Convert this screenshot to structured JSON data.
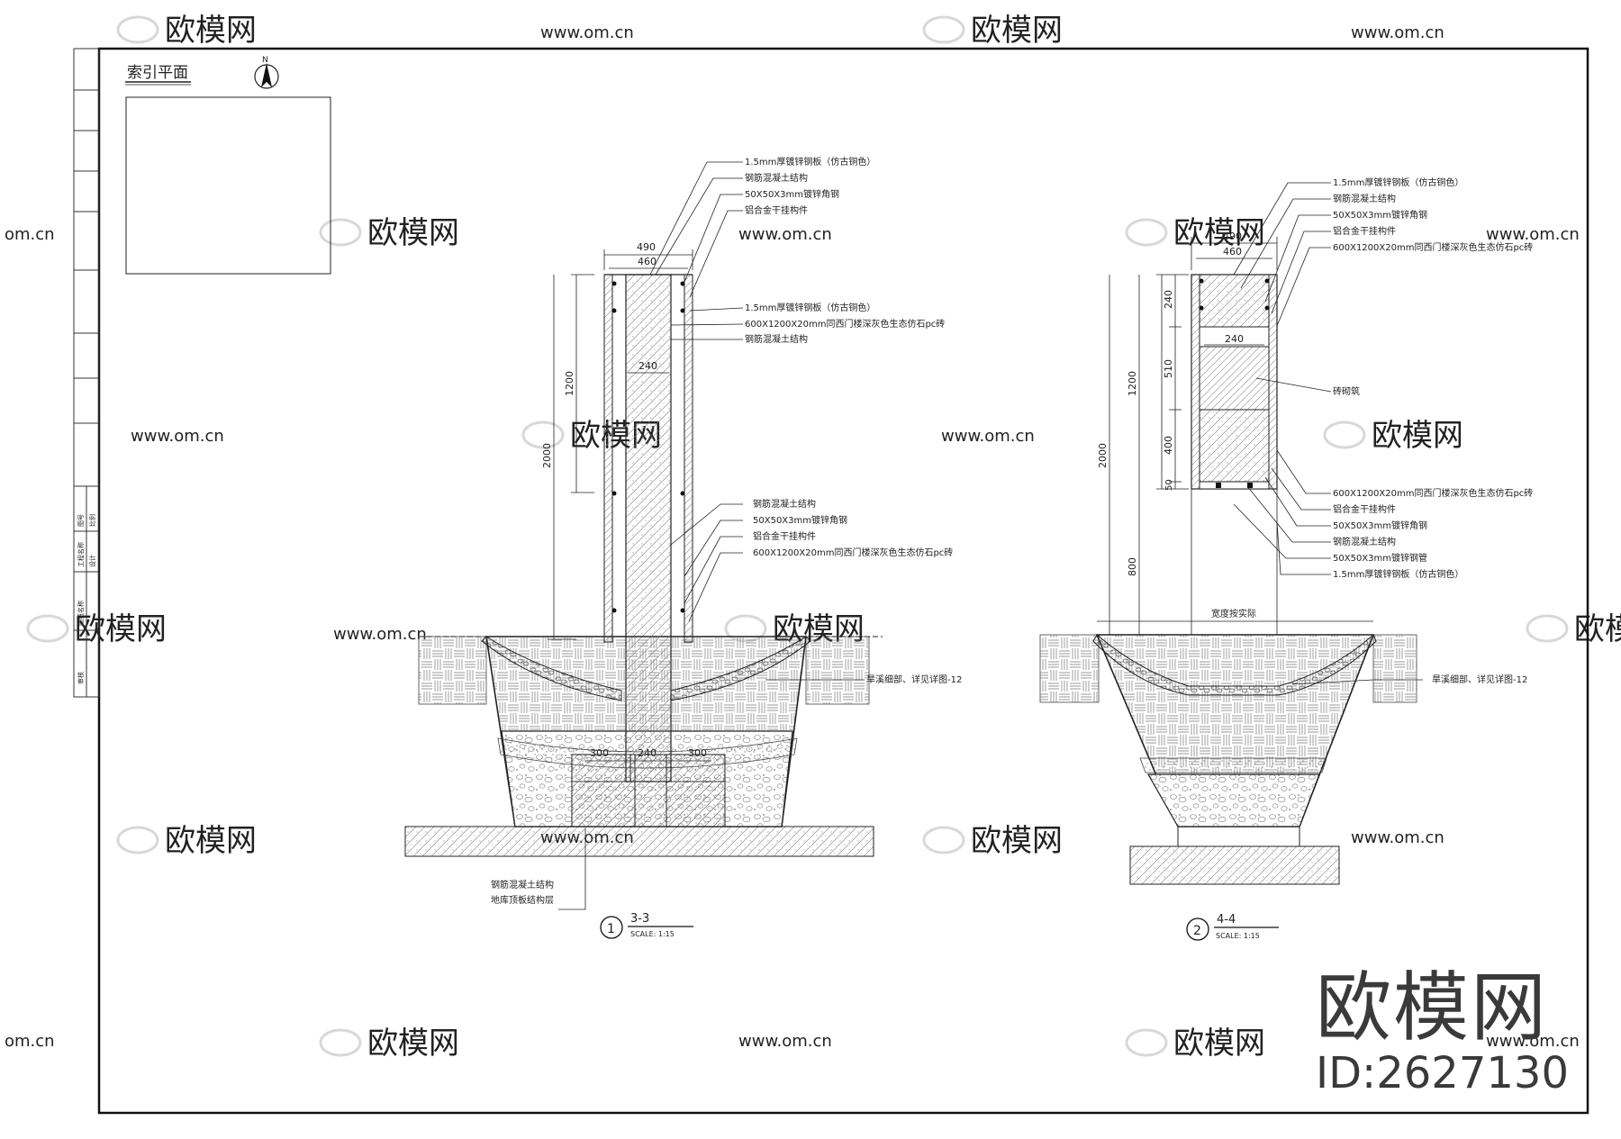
{
  "watermark": {
    "brand": "欧模网",
    "url": "www.om.cn",
    "url_short": "om.cn"
  },
  "brand": {
    "logo": "欧模网",
    "id": "ID:2627130"
  },
  "index_plan": {
    "title": "索引平面",
    "north": "N"
  },
  "title_block": {
    "texts": [
      "图号",
      "工程名称",
      "图纸名称",
      "比例",
      "设计",
      "审核"
    ]
  },
  "section_1": {
    "number": "1",
    "title": "3-3",
    "scale": "SCALE:   1:15",
    "dims": {
      "w490": "490",
      "w460": "460",
      "w240_top": "240",
      "h1200": "1200",
      "h2000": "2000",
      "w240_bot": "240",
      "w300_l": "300",
      "w300_r": "300"
    },
    "labels_top": [
      "1.5mm厚镀锌钢板（仿古铜色）",
      "钢筋混凝土结构",
      "50X50X3mm镀锌角钢",
      "铝合金干挂构件"
    ],
    "labels_mid": [
      "1.5mm厚镀锌钢板（仿古铜色）",
      "600X1200X20mm同西门楼深灰色生态仿石pc砖",
      "钢筋混凝土结构"
    ],
    "labels_low": [
      "钢筋混凝土结构",
      "50X50X3mm镀锌角钢",
      "铝合金干挂构件",
      "600X1200X20mm同西门楼深灰色生态仿石pc砖"
    ],
    "label_creek": "旱溪细部、详见详图-12",
    "labels_base": [
      "钢筋混凝土结构",
      "地库顶板结构层"
    ]
  },
  "section_2": {
    "number": "2",
    "title": "4-4",
    "scale": "SCALE:   1:15",
    "dims": {
      "w490": "490",
      "w460": "460",
      "w240": "240",
      "h240": "240",
      "h510": "510",
      "h400": "400",
      "h50": "50",
      "h1200": "1200",
      "h2000": "2000",
      "h800": "800",
      "width_note": "宽度按实际"
    },
    "labels_top": [
      "1.5mm厚镀锌钢板（仿古铜色）",
      "钢筋混凝土结构",
      "50X50X3mm镀锌角钢",
      "铝合金干挂构件",
      "600X1200X20mm同西门楼深灰色生态仿石pc砖"
    ],
    "label_mid": "砖砌筑",
    "labels_low": [
      "600X1200X20mm同西门楼深灰色生态仿石pc砖",
      "铝合金干挂构件",
      "50X50X3mm镀锌角钢",
      "钢筋混凝土结构",
      "50X50X3mm镀锌钢管",
      "1.5mm厚镀锌钢板（仿古铜色）"
    ],
    "label_creek": "旱溪细部、详见详图-12"
  }
}
